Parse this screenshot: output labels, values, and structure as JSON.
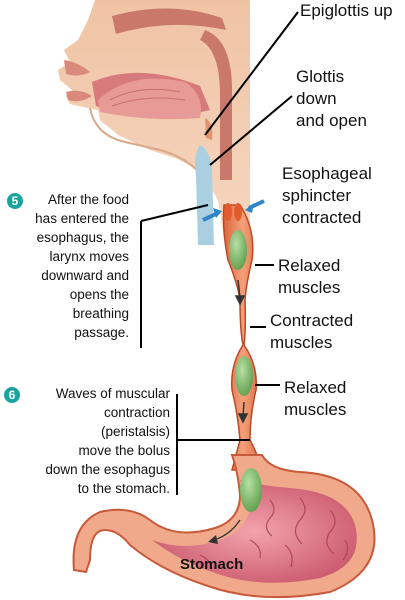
{
  "labels": {
    "epiglottis": "Epiglottis up",
    "glottis": "Glottis\ndown\nand open",
    "sphincter": "Esophageal\nsphincter\ncontracted",
    "relaxed_top": "Relaxed\nmuscles",
    "contracted": "Contracted\nmuscles",
    "relaxed_bottom": "Relaxed\nmuscles",
    "stomach": "Stomach"
  },
  "steps": [
    {
      "number": "5",
      "text": "After the food\nhas entered the\nesophagus, the\nlarynx moves\ndownward and\nopens the\nbreathing\npassage."
    },
    {
      "number": "6",
      "text": "Waves of muscular\ncontraction\n(peristalsis)\nmove the bolus\ndown the esophagus\nto the stomach."
    }
  ],
  "colors": {
    "skin": "#f3c7a6",
    "tissue": "#e9b08c",
    "esophagus": "#e98a5c",
    "muscle": "#c8532e",
    "bolus": "#7cb86a",
    "stomach_lining": "#d9667a",
    "arrow": "#2f86c6",
    "badge": "#1aa4a0"
  }
}
